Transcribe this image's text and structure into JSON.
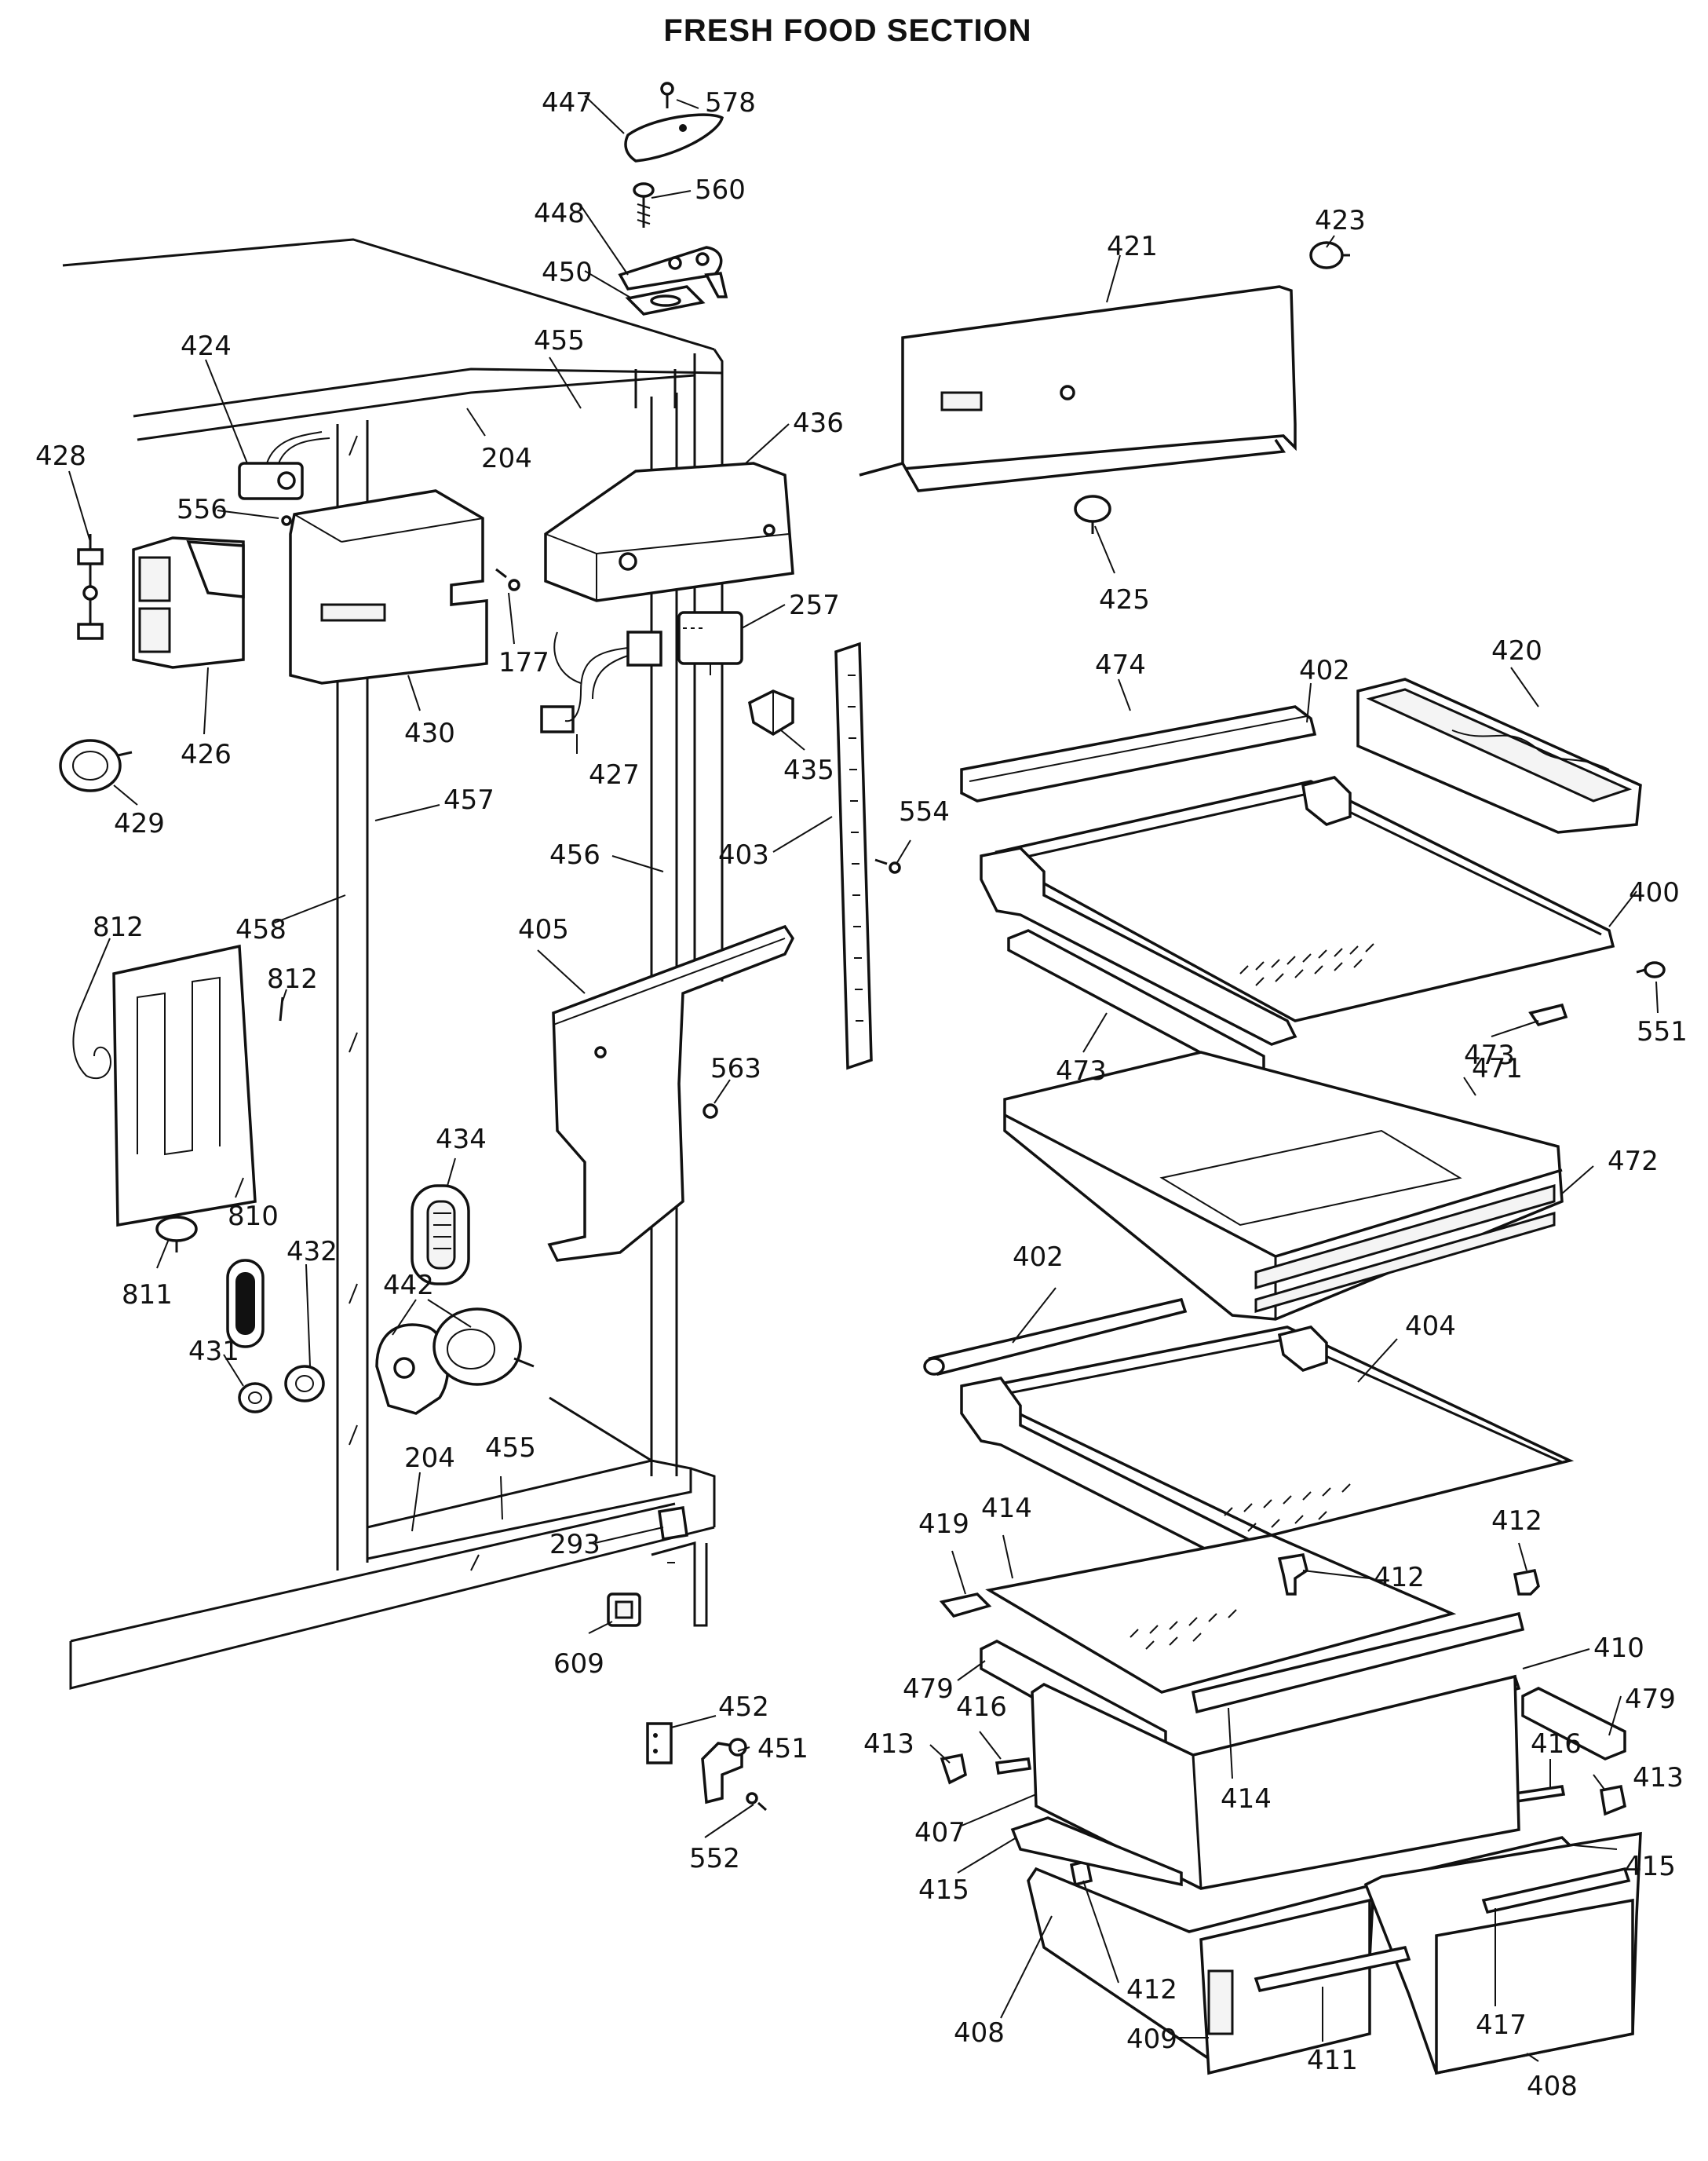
{
  "title": "FRESH FOOD SECTION",
  "labels": {
    "l447": "447",
    "l578": "578",
    "l560": "560",
    "l448": "448",
    "l450": "450",
    "l421": "421",
    "l423": "423",
    "l424": "424",
    "l455a": "455",
    "l428": "428",
    "l204a": "204",
    "l436": "436",
    "l556": "556",
    "l425": "425",
    "l177": "177",
    "l257": "257",
    "l426": "426",
    "l430": "430",
    "l474": "474",
    "l402a": "402",
    "l420": "420",
    "l427": "427",
    "l435": "435",
    "l429": "429",
    "l457": "457",
    "l554": "554",
    "l456": "456",
    "l403": "403",
    "l400": "400",
    "l812a": "812",
    "l458": "458",
    "l405": "405",
    "l812b": "812",
    "l551": "551",
    "l473a": "473",
    "l563": "563",
    "l473b": "473",
    "l471": "471",
    "l434": "434",
    "l472": "472",
    "l810": "810",
    "l432": "432",
    "l811": "811",
    "l442": "442",
    "l402b": "402",
    "l404": "404",
    "l431": "431",
    "l204b": "204",
    "l455b": "455",
    "l419": "419",
    "l414a": "414",
    "l412a": "412",
    "l293": "293",
    "l412b": "412",
    "l609": "609",
    "l410": "410",
    "l479a": "479",
    "l479b": "479",
    "l416a": "416",
    "l452": "452",
    "l413a": "413",
    "l451": "451",
    "l414b": "414",
    "l416b": "416",
    "l413b": "413",
    "l407": "407",
    "l552": "552",
    "l415a": "415",
    "l415b": "415",
    "l412c": "412",
    "l417": "417",
    "l408a": "408",
    "l409": "409",
    "l411": "411",
    "l408b": "408"
  }
}
